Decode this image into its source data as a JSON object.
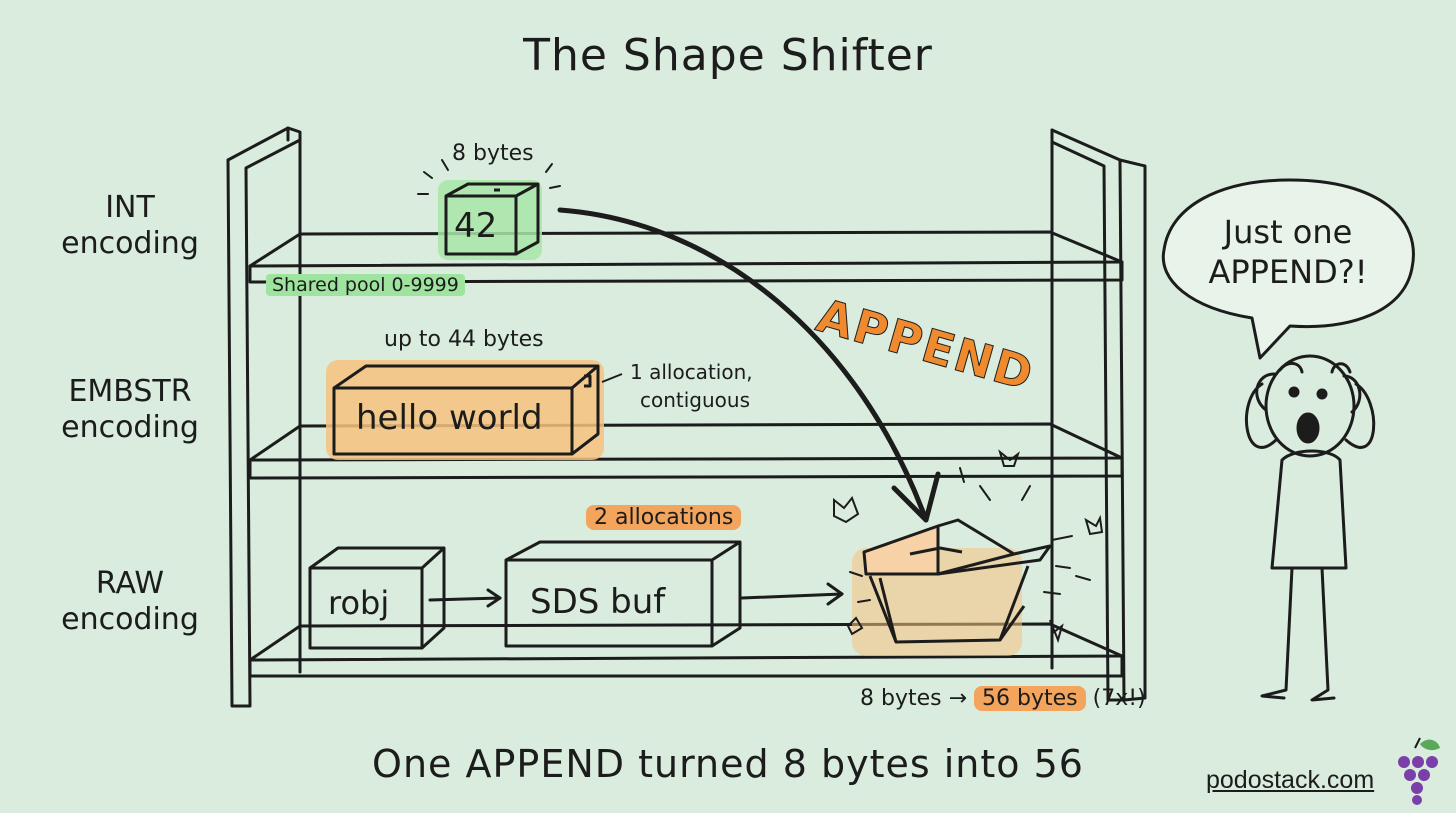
{
  "title": "The Shape Shifter",
  "encodings": {
    "int": {
      "name": "INT",
      "word": "encoding",
      "size": "8 bytes",
      "value": "42",
      "pool": "Shared pool 0-9999"
    },
    "embstr": {
      "name": "EMBSTR",
      "word": "encoding",
      "size": "up to 44 bytes",
      "value": "hello world",
      "note_line1": "1 allocation,",
      "note_line2": "contiguous"
    },
    "raw": {
      "name": "RAW",
      "word": "encoding",
      "allocations": "2 allocations",
      "robj": "robj",
      "sds": "SDS buf"
    }
  },
  "append_label": "APPEND",
  "growth": {
    "from": "8 bytes",
    "arrow": "→",
    "to": "56 bytes",
    "factor": "(7x!)"
  },
  "speech": {
    "line1": "Just one",
    "line2": "APPEND?!"
  },
  "caption": "One APPEND turned 8 bytes into 56",
  "site": "podostack.com",
  "colors": {
    "background": "#d9ecdd",
    "green_highlight": "#9ee39e",
    "orange_highlight": "#f4a55d",
    "ink": "#1c1c1c"
  },
  "icons": [
    "grapes-icon",
    "stick-figure"
  ]
}
